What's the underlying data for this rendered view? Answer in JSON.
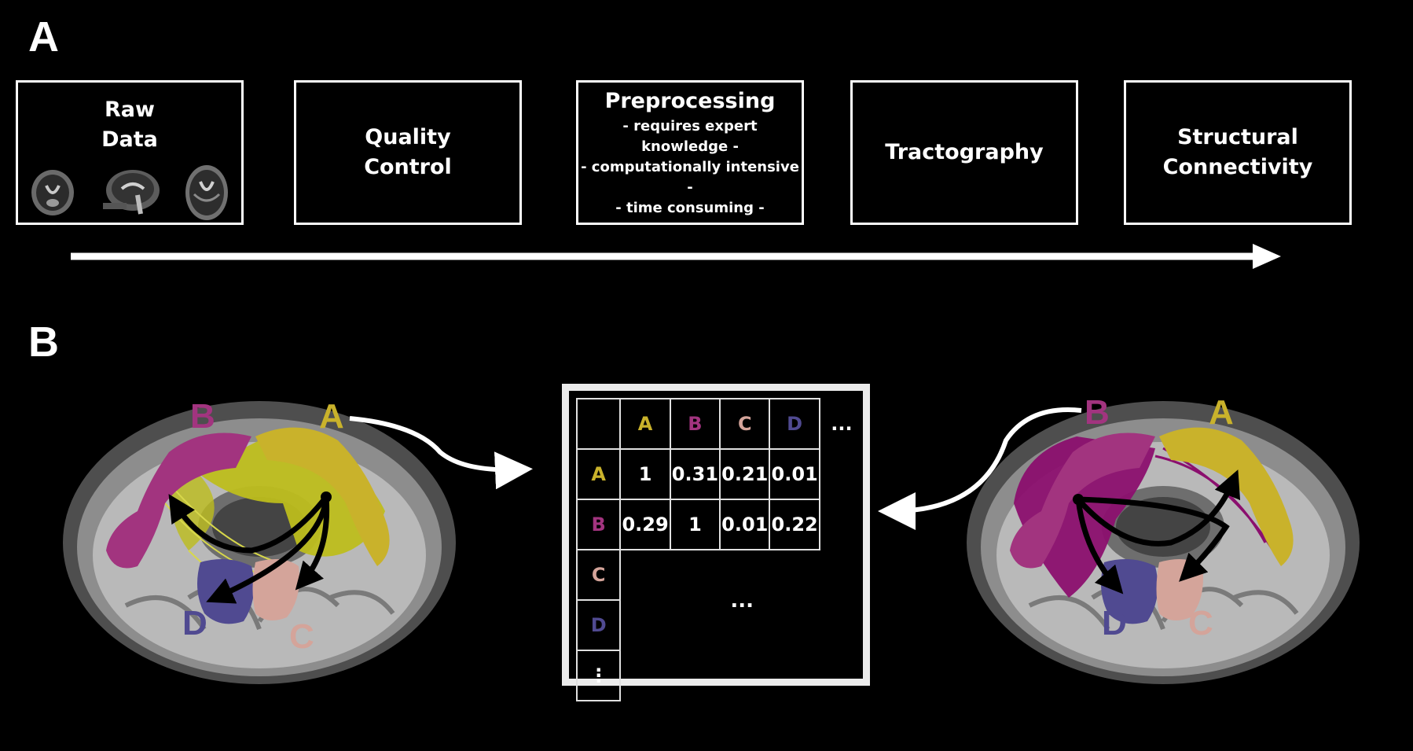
{
  "panels": {
    "a_label": "A",
    "b_label": "B"
  },
  "pipeline": [
    {
      "title": "Raw\nData",
      "details": []
    },
    {
      "title": "Quality\nControl",
      "details": []
    },
    {
      "title": "Preprocessing",
      "details": [
        "- requires expert knowledge -",
        "- computationally intensive -",
        "- time consuming -"
      ]
    },
    {
      "title": "Tractography",
      "details": []
    },
    {
      "title": "Structural\nConnectivity",
      "details": []
    }
  ],
  "matrix": {
    "columns": [
      "A",
      "B",
      "C",
      "D",
      "..."
    ],
    "rows": [
      {
        "label": "A",
        "values": [
          "1",
          "0.31",
          "0.21",
          "0.01"
        ]
      },
      {
        "label": "B",
        "values": [
          "0.29",
          "1",
          "0.01",
          "0.22"
        ]
      },
      {
        "label": "C",
        "values": []
      },
      {
        "label": "D",
        "values": []
      },
      {
        "label": "⋮",
        "values": []
      }
    ],
    "ellipsis": "...",
    "label_colors": {
      "A": "#c9b22b",
      "B": "#a2347f",
      "C": "#d4a49a",
      "D": "#504a91",
      "⋮": "#ffffff"
    }
  },
  "brains": {
    "left": {
      "labels": [
        "A",
        "B",
        "C",
        "D"
      ]
    },
    "right": {
      "labels": [
        "A",
        "B",
        "C",
        "D"
      ]
    }
  },
  "colors": {
    "region_a": "#c9b22b",
    "region_b": "#a2347f",
    "region_c": "#d4a49a",
    "region_d": "#504a91",
    "fibers_a": "#bdbd1c",
    "fibers_b": "#8b0f6e"
  }
}
